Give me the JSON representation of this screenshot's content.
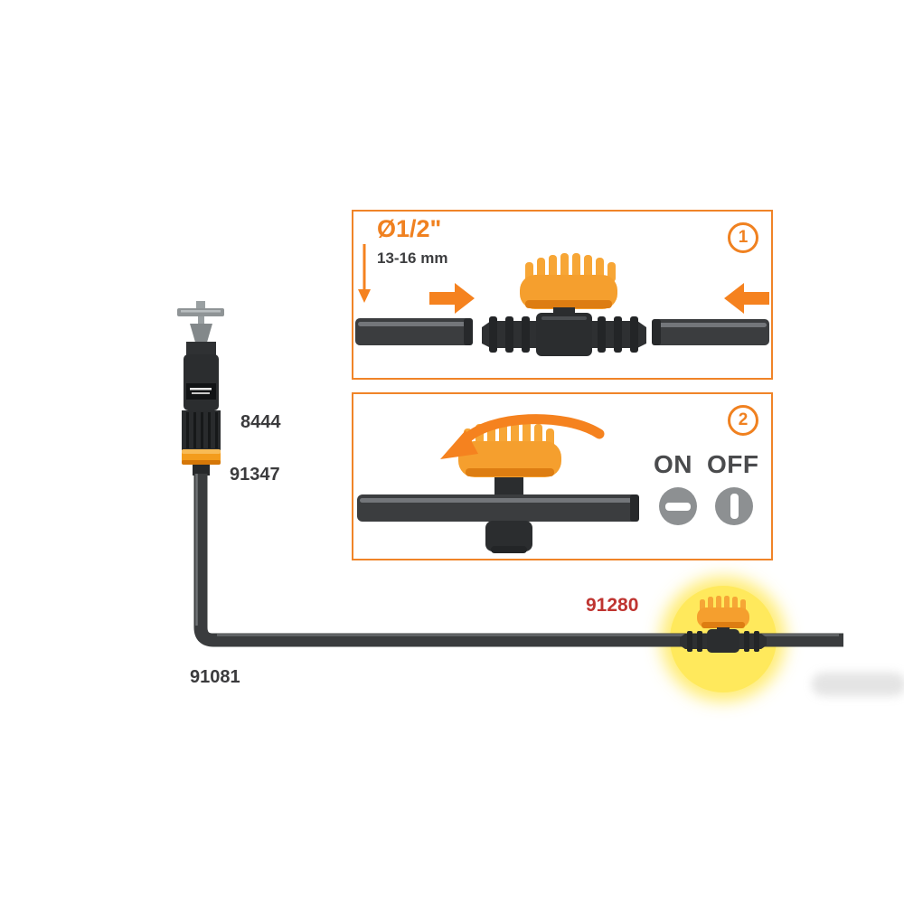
{
  "parts": {
    "sprinkler": "8444",
    "threaded_coupling": "91347",
    "tube": "91081",
    "inline_valve": "91280"
  },
  "step1": {
    "number": "1",
    "diameter_label": "Ø1/2\"",
    "size_range": "13-16 mm"
  },
  "step2": {
    "number": "2",
    "on_label": "ON",
    "off_label": "OFF"
  },
  "colors": {
    "accent_orange": "#f08120",
    "valve_cap_orange": "#f59f2e",
    "highlight_yellow": "#ffe95c",
    "part_number_red": "#bf3430",
    "tube_dark": "#3b3d3f",
    "text_dark": "#3d3e40",
    "indicator_gray": "#8d9092"
  }
}
